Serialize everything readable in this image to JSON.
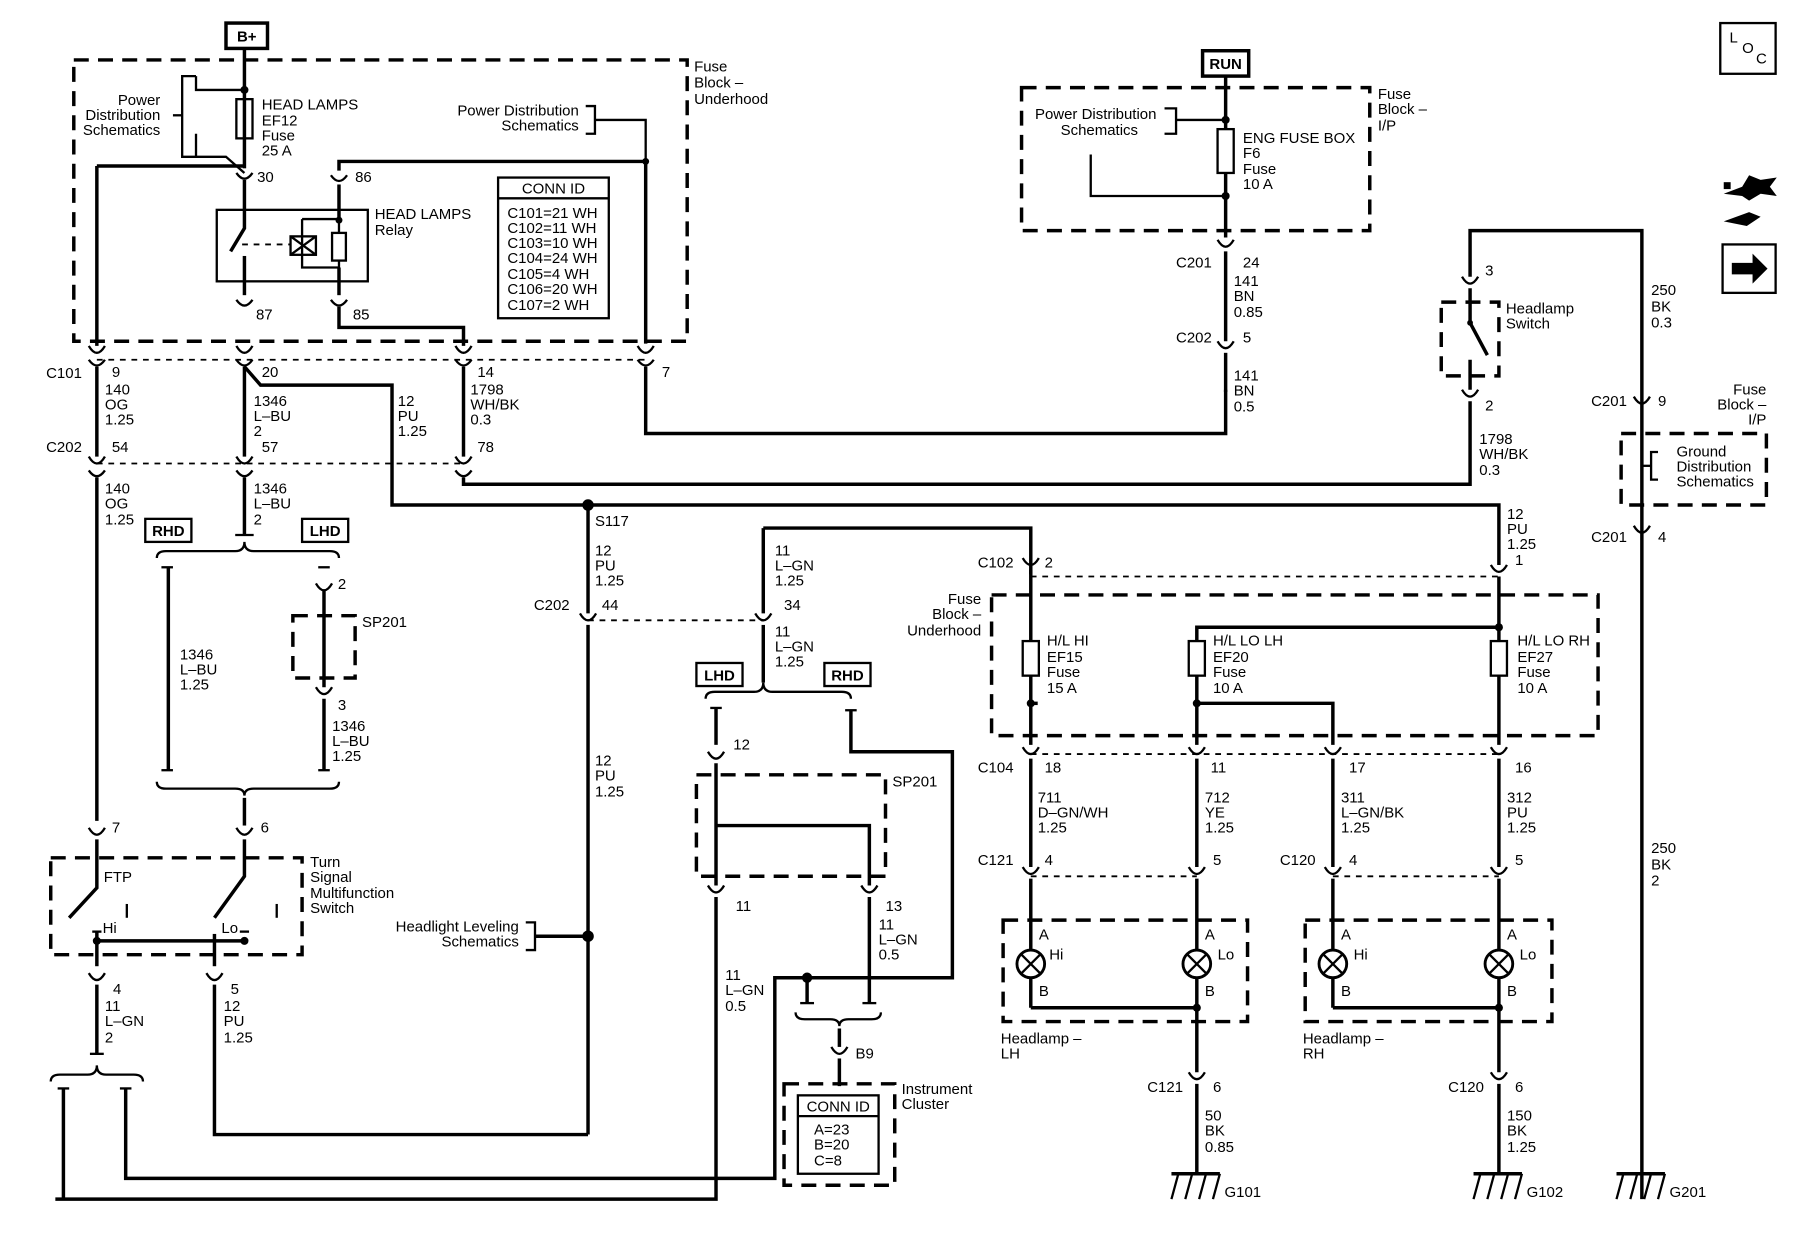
{
  "sources": {
    "b_plus": "B+",
    "run": "RUN"
  },
  "icons": {
    "loc_l": "L",
    "loc_o": "O",
    "loc_c": "C"
  },
  "labels": {
    "fuse_block_underhood_1": "Fuse",
    "fuse_block_underhood_2": "Block –",
    "fuse_block_underhood_3": "Underhood",
    "fuse_block_ip_1": "Fuse",
    "fuse_block_ip_2": "Block –",
    "fuse_block_ip_3": "I/P",
    "pds_left_1": "Power",
    "pds_left_2": "Distribution",
    "pds_left_3": "Schematics",
    "pds_top_1": "Power Distribution",
    "pds_top_2": "Schematics",
    "pds_run_1": "Power Distribution",
    "pds_run_2": "Schematics",
    "gds_1": "Ground",
    "gds_2": "Distribution",
    "gds_3": "Schematics",
    "rhd": "RHD",
    "lhd": "LHD",
    "sp201": "SP201",
    "ftp": "FTP",
    "hi": "Hi",
    "lo": "Lo",
    "tsms_1": "Turn",
    "tsms_2": "Signal",
    "tsms_3": "Multifunction",
    "tsms_4": "Switch",
    "s117": "S117",
    "hl_leveling_1": "Headlight Leveling",
    "hl_leveling_2": "Schematics",
    "instrument_cluster_1": "Instrument",
    "instrument_cluster_2": "Cluster",
    "headlamp_switch_1": "Headlamp",
    "headlamp_switch_2": "Switch",
    "headlamp_lh_1": "Headlamp –",
    "headlamp_lh_2": "LH",
    "headlamp_rh_1": "Headlamp –",
    "headlamp_rh_2": "RH",
    "a": "A",
    "b": "B"
  },
  "relay": {
    "name_1": "HEAD LAMPS",
    "name_2": "Relay",
    "pin_30": "30",
    "pin_86": "86",
    "pin_87": "87",
    "pin_85": "85"
  },
  "fuses": {
    "ef12": {
      "name": "HEAD LAMPS",
      "id": "EF12",
      "type": "Fuse",
      "rating": "25 A"
    },
    "f6": {
      "name": "ENG FUSE BOX",
      "id": "F6",
      "type": "Fuse",
      "rating": "10 A"
    },
    "ef15": {
      "name": "H/L HI",
      "id": "EF15",
      "type": "Fuse",
      "rating": "15 A"
    },
    "ef20": {
      "name": "H/L LO LH",
      "id": "EF20",
      "type": "Fuse",
      "rating": "10 A"
    },
    "ef27": {
      "name": "H/L LO RH",
      "id": "EF27",
      "type": "Fuse",
      "rating": "10 A"
    }
  },
  "conn_id_top": {
    "title": "CONN ID",
    "rows": [
      "C101=21 WH",
      "C102=11 WH",
      "C103=10 WH",
      "C104=24 WH",
      "C105=4 WH",
      "C106=20 WH",
      "C107=2 WH"
    ]
  },
  "conn_id_ic": {
    "title": "CONN ID",
    "rows": [
      "A=23",
      "B=20",
      "C=8"
    ]
  },
  "connectors": {
    "c101": "C101",
    "c102": "C102",
    "c104": "C104",
    "c120": "C120",
    "c121": "C121",
    "c201": "C201",
    "c202": "C202"
  },
  "pins": {
    "c101_9": "9",
    "c101_20": "20",
    "c101_14": "14",
    "c101_7": "7",
    "c202_54": "54",
    "c202_57": "57",
    "c202_78": "78",
    "c202_44": "44",
    "c202_34": "34",
    "c202_5": "5",
    "sp201_2": "2",
    "sp201_3": "3",
    "sp201_12": "12",
    "sp201_11": "11",
    "sp201_13": "13",
    "tsms_7": "7",
    "tsms_6": "6",
    "tsms_4": "4",
    "tsms_5": "5",
    "b9": "B9",
    "c201_24": "24",
    "c201_9": "9",
    "c201_4": "4",
    "hls_3": "3",
    "hls_2": "2",
    "c102_1": "1",
    "c102_2": "2",
    "c104_18": "18",
    "c104_11": "11",
    "c104_17": "17",
    "c104_16": "16",
    "c121_4": "4",
    "c121_5": "5",
    "c121_6": "6",
    "c120_4": "4",
    "c120_5": "5",
    "c120_6": "6"
  },
  "wires": {
    "w140": {
      "num": "140",
      "color": "OG",
      "gauge": "1.25"
    },
    "w1346": {
      "num": "1346",
      "color": "L–BU",
      "gauge": "1.25",
      "gauge_2": "2"
    },
    "w12": {
      "num": "12",
      "color": "PU",
      "gauge": "1.25"
    },
    "w1798": {
      "num": "1798",
      "color": "WH/BK",
      "gauge": "0.3"
    },
    "w11": {
      "num": "11",
      "color": "L–GN",
      "gauge": "1.25"
    },
    "w11_05": {
      "gauge": "0.5"
    },
    "w11_lgn2": {
      "num": "11",
      "color": "L–GN",
      "gauge": "2"
    },
    "w141": {
      "num": "141",
      "color": "BN",
      "gauge_1": "0.85",
      "gauge_2": "0.5"
    },
    "w250": {
      "num": "250",
      "color": "BK",
      "gauge_1": "0.3",
      "gauge_2": "2"
    },
    "w711": {
      "num": "711",
      "color": "D–GN/WH",
      "gauge": "1.25"
    },
    "w712": {
      "num": "712",
      "color": "YE",
      "gauge": "1.25"
    },
    "w311": {
      "num": "311",
      "color": "L–GN/BK",
      "gauge": "1.25"
    },
    "w312": {
      "num": "312",
      "color": "PU",
      "gauge": "1.25"
    },
    "w50": {
      "num": "50",
      "color": "BK",
      "gauge": "0.85"
    },
    "w150": {
      "num": "150",
      "color": "BK",
      "gauge": "1.25"
    }
  },
  "grounds": {
    "g101": "G101",
    "g102": "G102",
    "g201": "G201"
  }
}
